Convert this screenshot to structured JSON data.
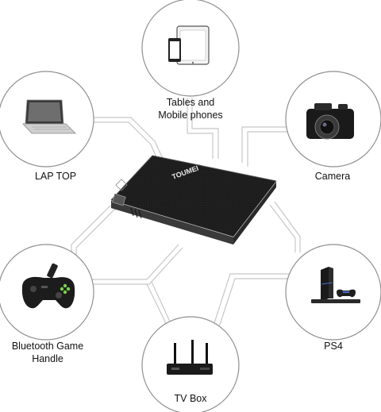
{
  "devices": {
    "tablet": {
      "line1": "Tables and",
      "line2": "Mobile phones",
      "icon": "tablet-phone-icon"
    },
    "laptop": {
      "label": "LAP TOP",
      "icon": "laptop-icon"
    },
    "camera": {
      "label": "Camera",
      "icon": "camera-icon"
    },
    "gamepad": {
      "line1": "Bluetooth Game",
      "line2": "Handle",
      "icon": "gamepad-icon"
    },
    "ps4": {
      "label": "PS4",
      "icon": "game-console-icon"
    },
    "tvbox": {
      "label": "TV Box",
      "icon": "router-icon"
    }
  },
  "projector": {
    "brand": "TOUMEI",
    "icon": "projector-icon"
  },
  "colors": {
    "circle_stroke": "#9a9a9a",
    "connector": "#c8c8c8",
    "projector_body": "#1c1c1c"
  }
}
